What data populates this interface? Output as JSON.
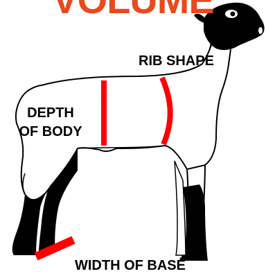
{
  "title": "VOLUME",
  "labels": {
    "rib_shape": "RIB SHAPE",
    "depth_of_body_line1": "DEPTH",
    "depth_of_body_line2": "OF BODY",
    "width_of_base": "WIDTH OF BASE"
  },
  "colors": {
    "title": "#e84a1e",
    "marker": "#ff0000",
    "outline": "#000000",
    "leg_fill": "#000000",
    "background": "#ffffff"
  },
  "icons": {
    "animal": "lamb-silhouette-icon"
  }
}
